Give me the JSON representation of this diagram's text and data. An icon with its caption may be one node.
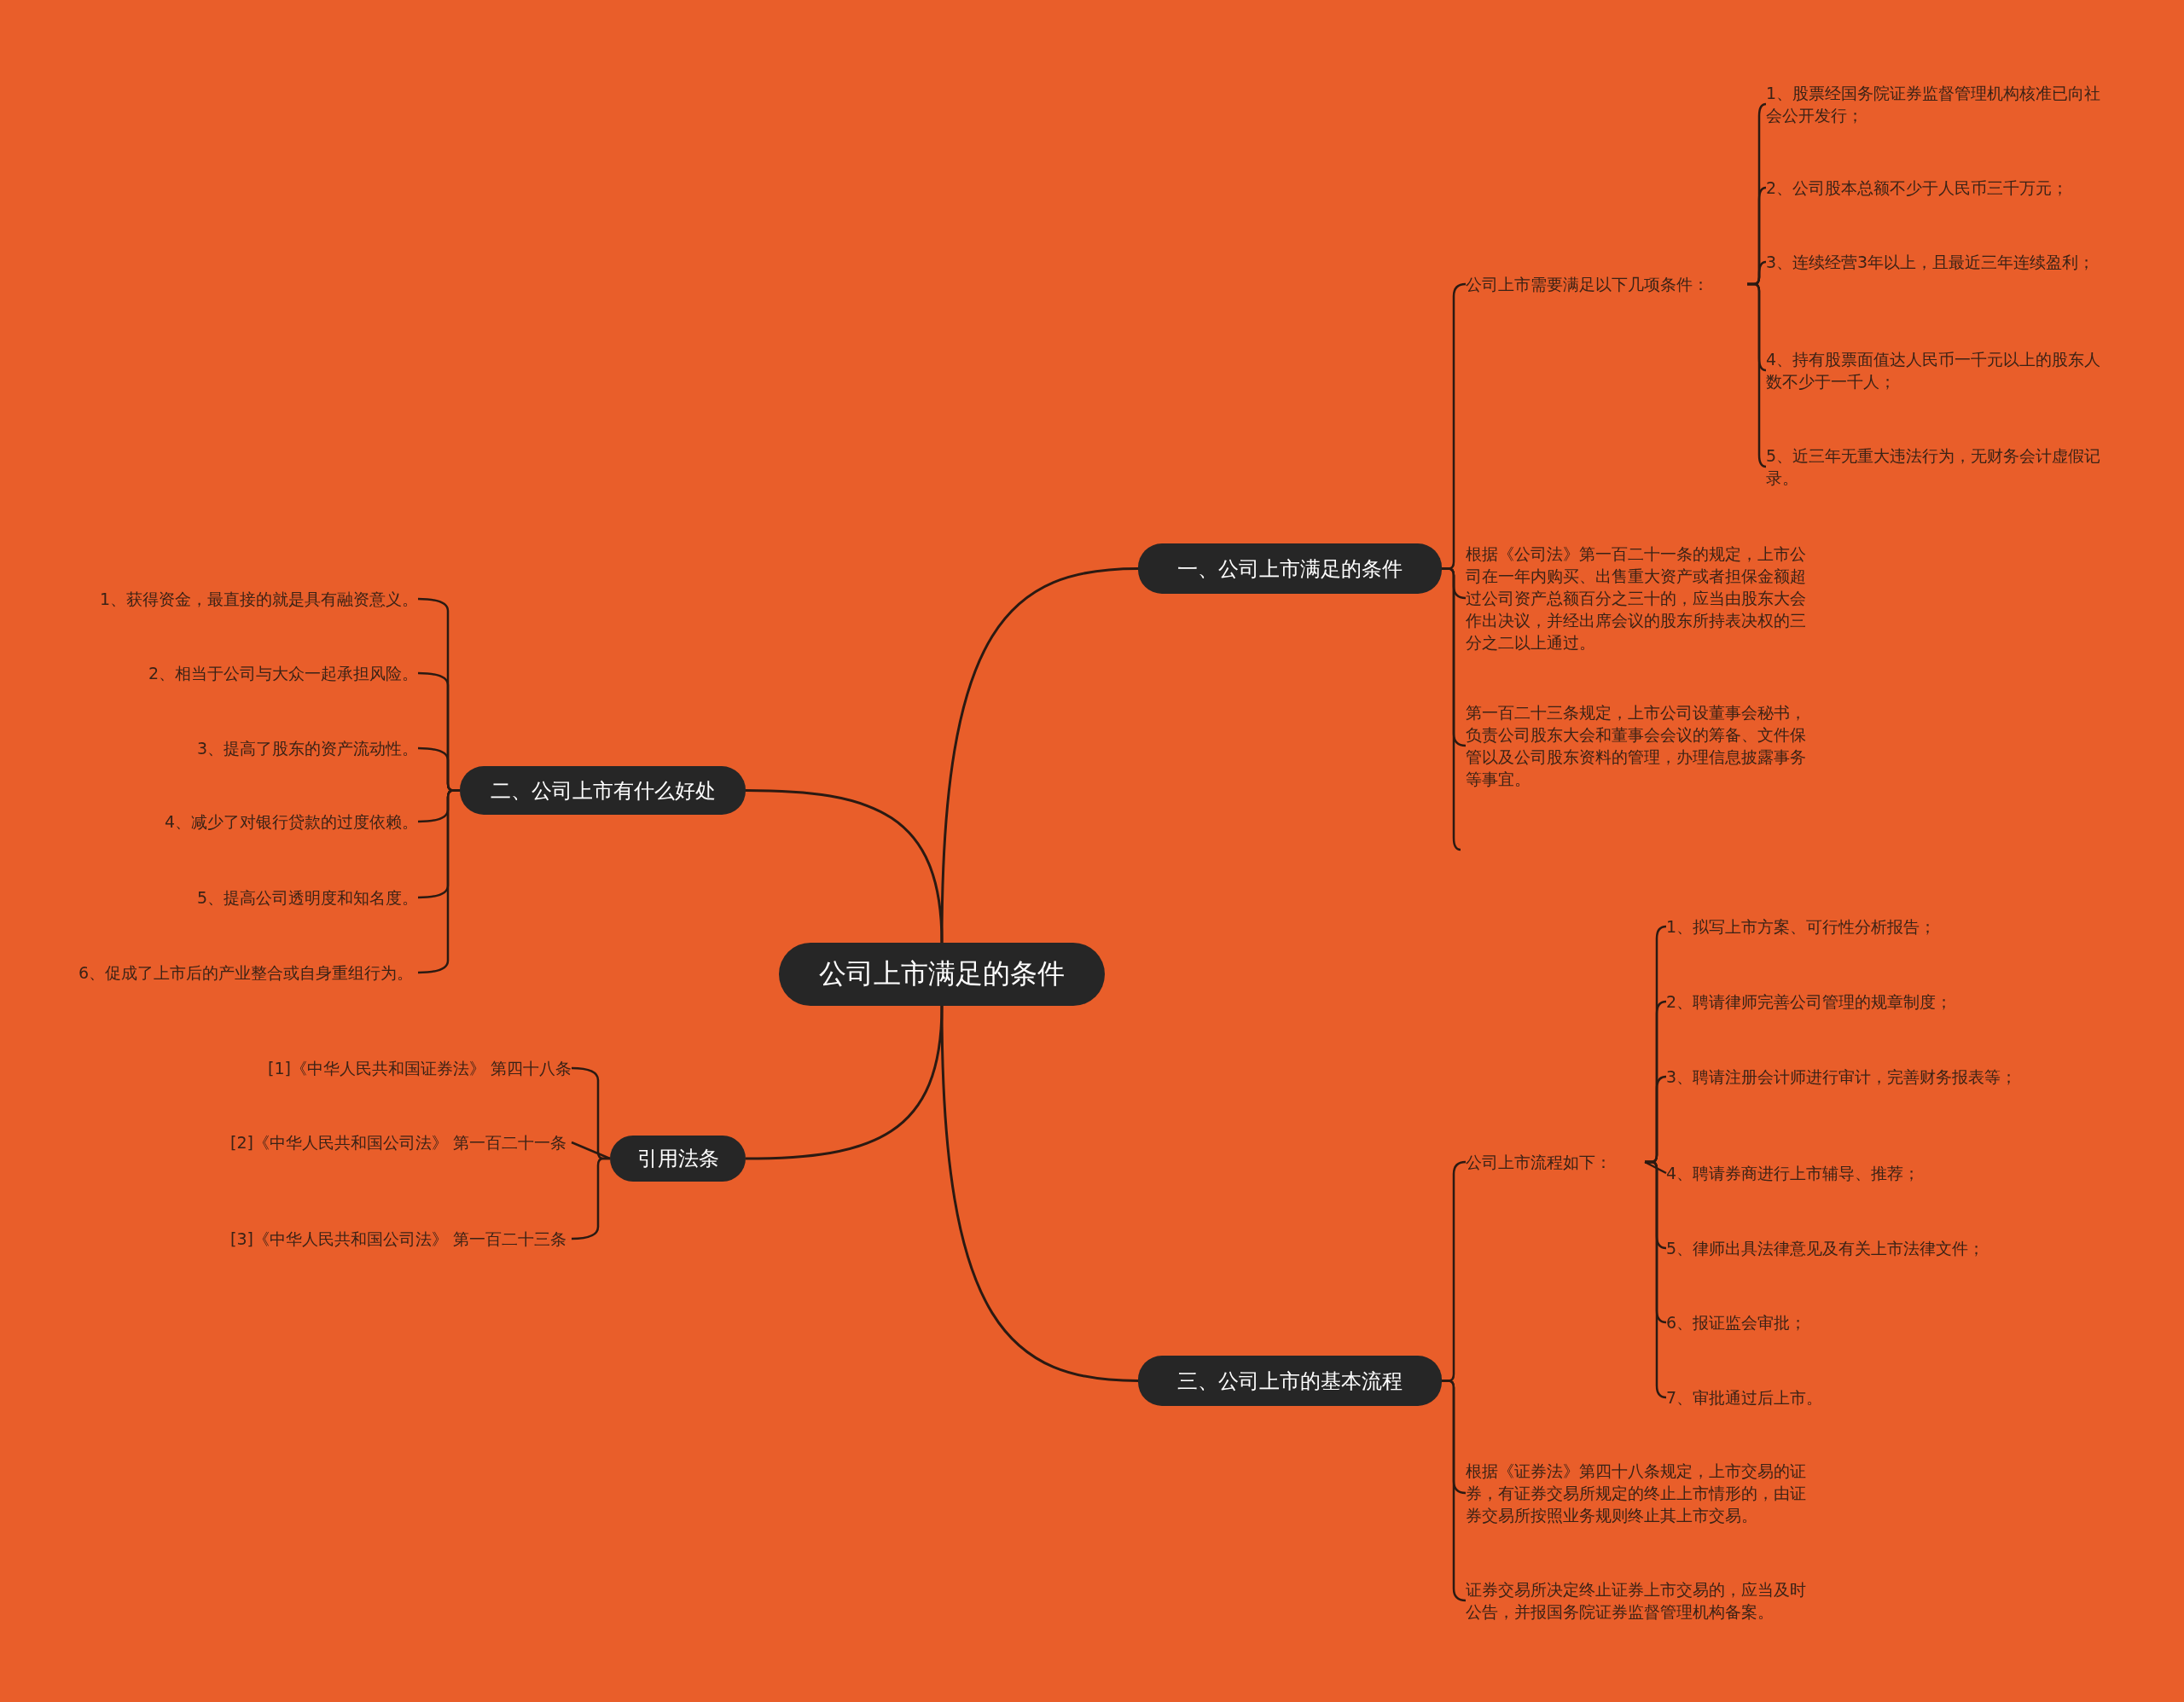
{
  "diagram": {
    "nodes": [
      {
        "text": [
          "公司上市满足的条件"
        ]
      },
      {
        "text": [
          "一、公司上市满足的条件"
        ]
      },
      {
        "text": [
          "公司上市需要满足以下几项条件："
        ]
      },
      {
        "text": [
          "1、股票经国务院证券监督管理机构核准已向社会公开发行；"
        ]
      },
      {
        "text": [
          "2、公司股本总额不少于人民币三千万元；"
        ]
      },
      {
        "text": [
          "3、连续经营3年以上，且最近三年连续盈利；"
        ]
      },
      {
        "text": [
          "4、持有股票面值达人民币一千元以上的股东人数不少于一千人；"
        ]
      },
      {
        "text": [
          "5、近三年无重大违法行为，无财务会计虚假记录。"
        ]
      },
      {
        "text": [
          "根据《公司法》第一百二十一条的规定，上市公司在一年内购买、出售重大资产或者担保金额超过公司资产总额百分之三十的，应当由股东大会作出决议，并经出席会议的股东所持表决权的三分之二以上通过。"
        ]
      },
      {
        "text": [
          "第一百二十三条规定，上市公司设董事会秘书，负责公司股东大会和董事会会议的筹备、文件保管以及公司股东资料的管理，办理信息披露事务等事宜。"
        ]
      },
      {
        "text": [
          "二、公司上市有什么好处"
        ]
      },
      {
        "text": [
          "1、获得资金，最直接的就是具有融资意义。"
        ]
      },
      {
        "text": [
          "2、相当于公司与大众一起承担风险。"
        ]
      },
      {
        "text": [
          "3、提高了股东的资产流动性。"
        ]
      },
      {
        "text": [
          "4、减少了对银行贷款的过度依赖。"
        ]
      },
      {
        "text": [
          "5、提高公司透明度和知名度。"
        ]
      },
      {
        "text": [
          "6、促成了上市后的产业整合或自身重组行为。"
        ]
      },
      {
        "text": [
          "引用法条"
        ]
      },
      {
        "text": [
          "[1]《中华人民共和国证券法》 第四十八条"
        ]
      },
      {
        "text": [
          "[2]《中华人民共和国公司法》 第一百二十一条"
        ]
      },
      {
        "text": [
          "[3]《中华人民共和国公司法》 第一百二十三条"
        ]
      },
      {
        "text": [
          "三、公司上市的基本流程"
        ]
      },
      {
        "text": [
          "公司上市流程如下："
        ]
      },
      {
        "text": [
          "1、拟写上市方案、可行性分析报告；"
        ]
      },
      {
        "text": [
          "2、聘请律师完善公司管理的规章制度；"
        ]
      },
      {
        "text": [
          "3、聘请注册会计师进行审计，完善财务报表等；"
        ]
      },
      {
        "text": [
          "4、聘请券商进行上市辅导、推荐；"
        ]
      },
      {
        "text": [
          "5、律师出具法律意见及有关上市法律文件；"
        ]
      },
      {
        "text": [
          "6、报证监会审批；"
        ]
      },
      {
        "text": [
          "7、审批通过后上市。"
        ]
      },
      {
        "text": [
          "根据《证券法》第四十八条规定，上市交易的证券，有证券交易所规定的终止上市情形的，由证券交易所按照业务规则终止其上市交易。"
        ]
      },
      {
        "text": [
          "证券交易所决定终止证券上市交易的，应当及时公告，并报国务院证券监督管理机构备案。"
        ]
      }
    ],
    "edges": [
      {
        "from": 0,
        "to": 1,
        "arrow": "none"
      },
      {
        "from": 1,
        "to": 2,
        "arrow": "none"
      },
      {
        "from": 2,
        "to": 3,
        "arrow": "none"
      },
      {
        "from": 2,
        "to": 4,
        "arrow": "none"
      },
      {
        "from": 2,
        "to": 5,
        "arrow": "none"
      },
      {
        "from": 2,
        "to": 6,
        "arrow": "none"
      },
      {
        "from": 2,
        "to": 7,
        "arrow": "none"
      },
      {
        "from": 1,
        "to": 8,
        "arrow": "none"
      },
      {
        "from": 1,
        "to": 9,
        "arrow": "none"
      },
      {
        "from": 1,
        "to": null,
        "arrow": "none"
      },
      {
        "from": 0,
        "to": 10,
        "arrow": "none"
      },
      {
        "from": 10,
        "to": 11,
        "arrow": "none"
      },
      {
        "from": 10,
        "to": 12,
        "arrow": "none"
      },
      {
        "from": 10,
        "to": 13,
        "arrow": "none"
      },
      {
        "from": 10,
        "to": 14,
        "arrow": "none"
      },
      {
        "from": 10,
        "to": 15,
        "arrow": "none"
      },
      {
        "from": 10,
        "to": 16,
        "arrow": "none"
      },
      {
        "from": 0,
        "to": 17,
        "arrow": "none"
      },
      {
        "from": 17,
        "to": 18,
        "arrow": "none"
      },
      {
        "from": 17,
        "to": 19,
        "arrow": "none"
      },
      {
        "from": 17,
        "to": 20,
        "arrow": "none"
      },
      {
        "from": 0,
        "to": 21,
        "arrow": "none"
      },
      {
        "from": 21,
        "to": 22,
        "arrow": "none"
      },
      {
        "from": 22,
        "to": 23,
        "arrow": "none"
      },
      {
        "from": 22,
        "to": 24,
        "arrow": "none"
      },
      {
        "from": 22,
        "to": 25,
        "arrow": "none"
      },
      {
        "from": 22,
        "to": 26,
        "arrow": "none"
      },
      {
        "from": 22,
        "to": 27,
        "arrow": "none"
      },
      {
        "from": 22,
        "to": 28,
        "arrow": "none"
      },
      {
        "from": 22,
        "to": 29,
        "arrow": "none"
      },
      {
        "from": 21,
        "to": 30,
        "arrow": "none"
      },
      {
        "from": 21,
        "to": 31,
        "arrow": "none"
      }
    ]
  }
}
